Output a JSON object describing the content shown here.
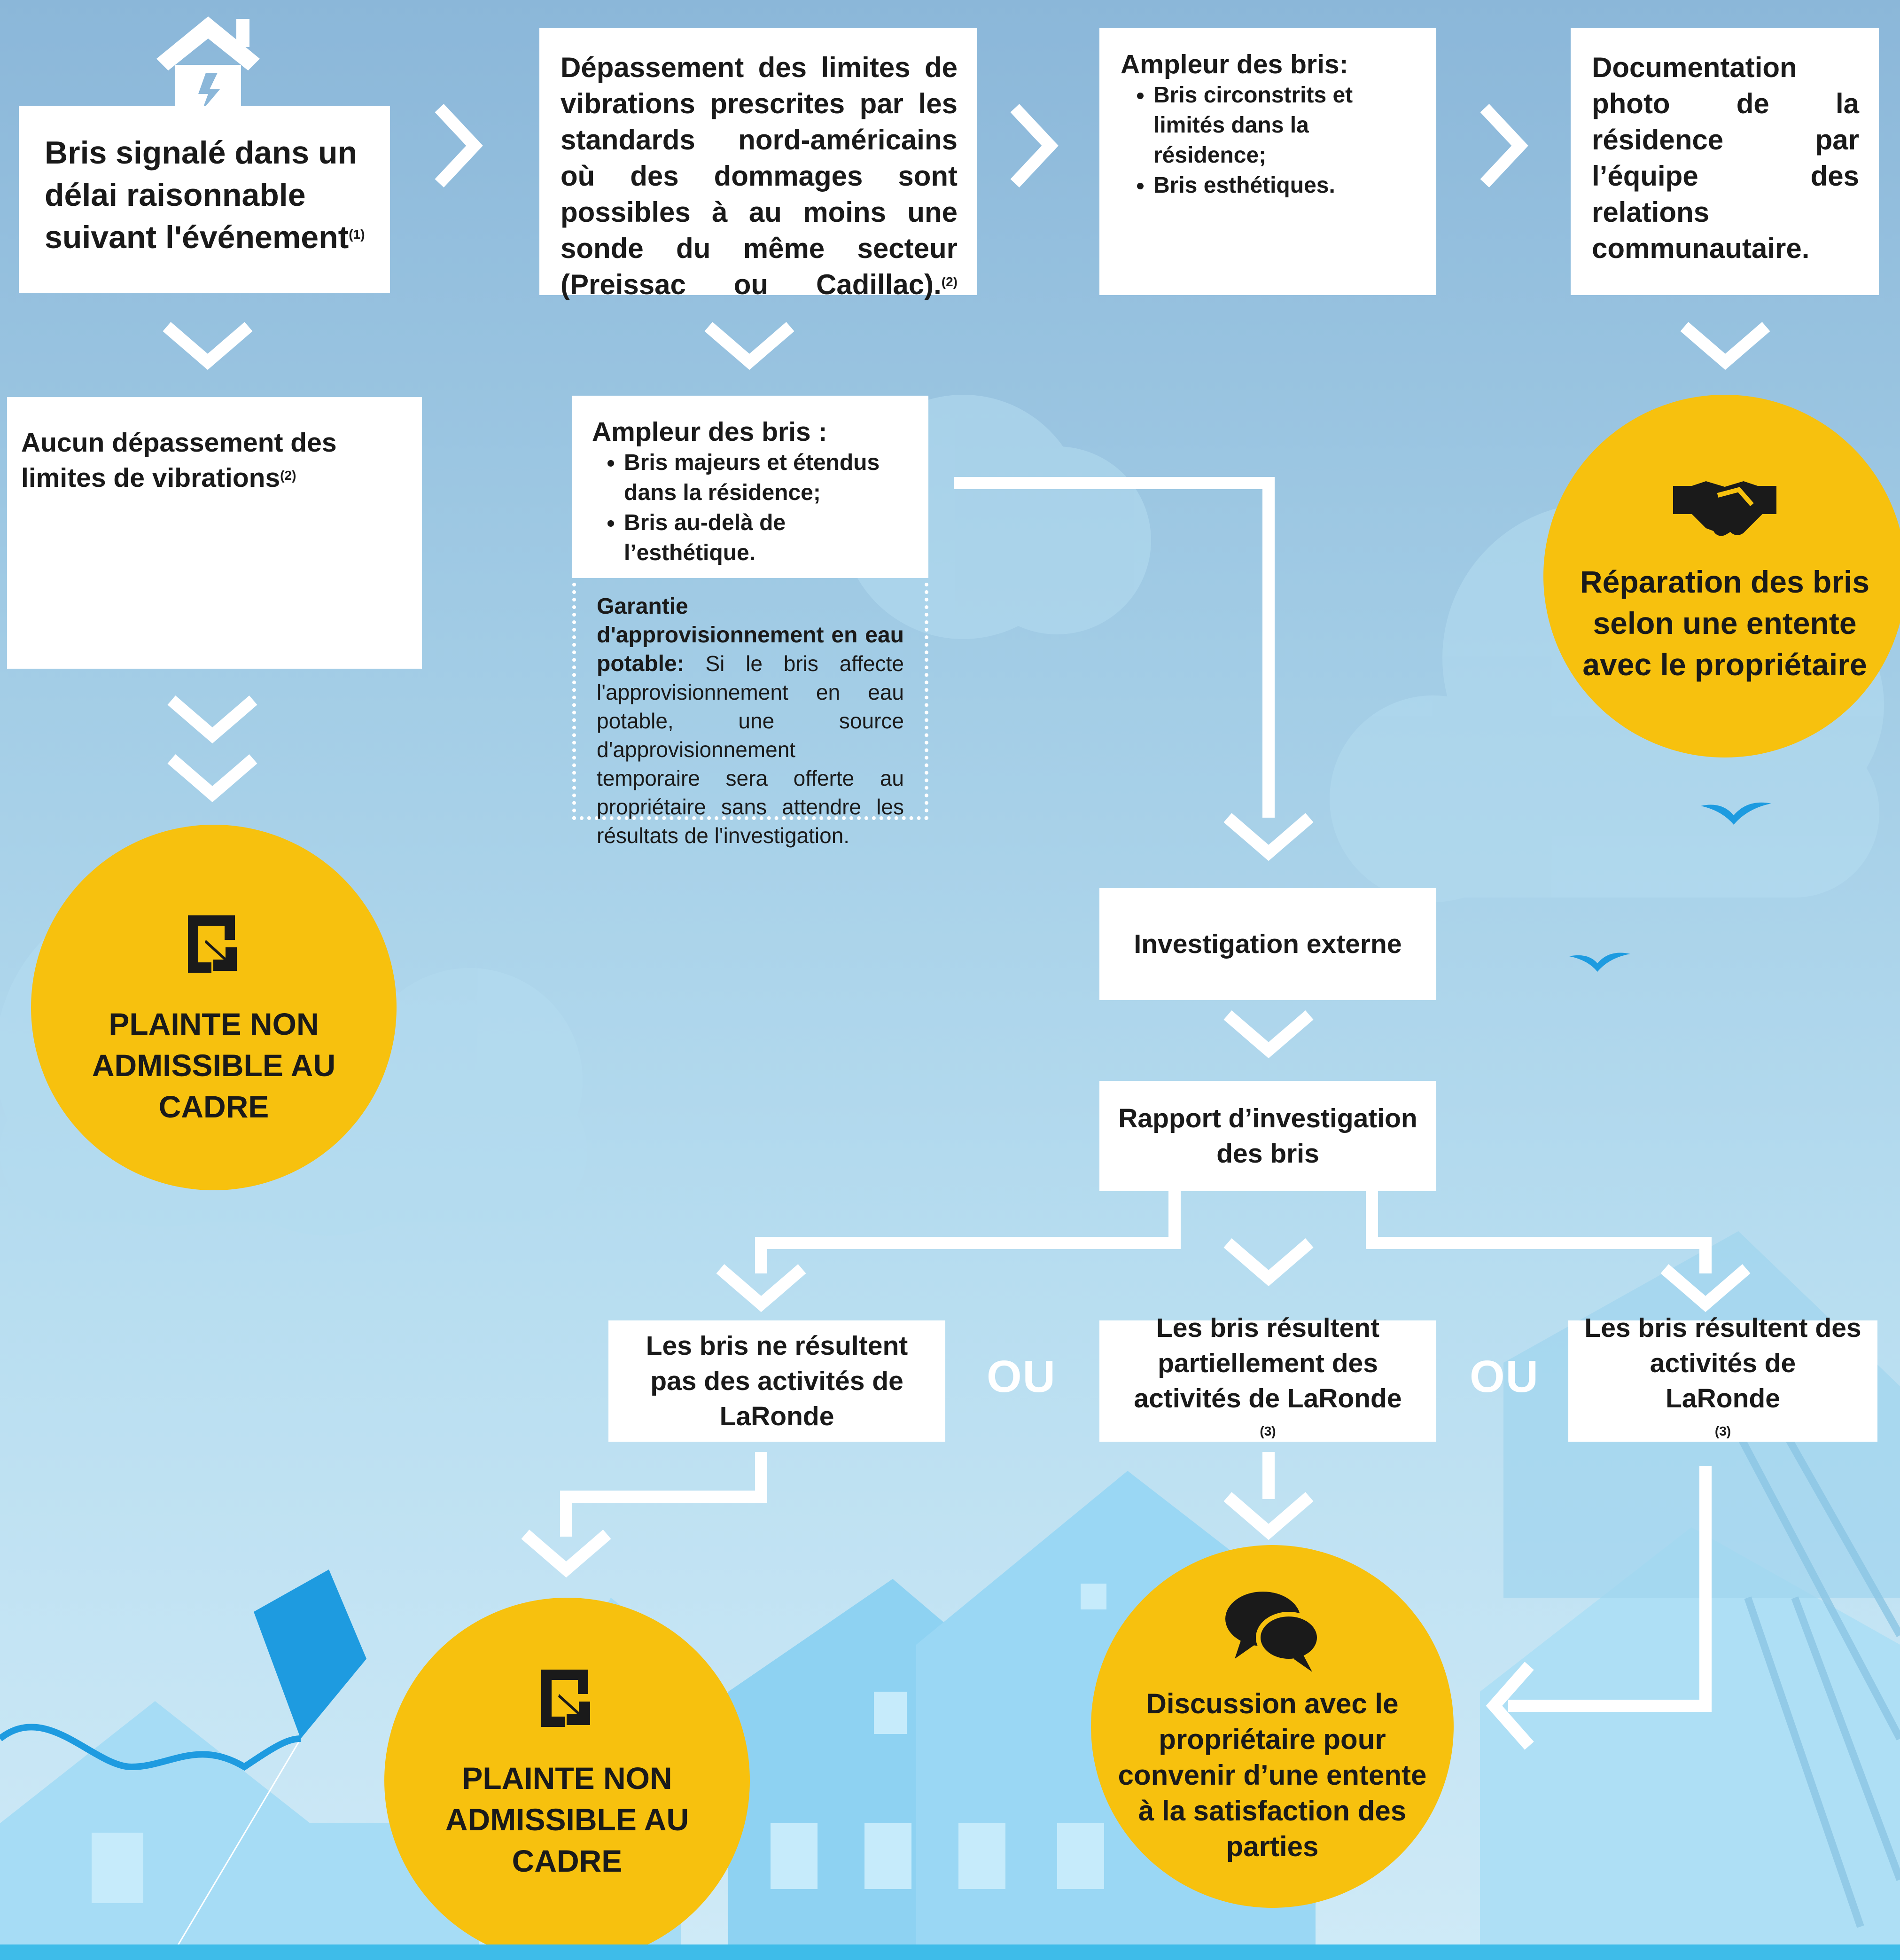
{
  "boxes": {
    "bris_signale": {
      "text": "Bris signalé dans un délai raisonnable suivant l'événement",
      "note": "(1)"
    },
    "depassement": {
      "text": "Dépassement des limites de vibrations prescrites par les standards nord-américains où des dommages sont possibles à au moins une sonde du même secteur (Preissac ou Cadillac).",
      "note": "(2)"
    },
    "ampleur_1": {
      "title": "Ampleur des bris:",
      "items": [
        "Bris circonstrits et limités dans la résidence;",
        "Bris esthétiques."
      ]
    },
    "documentation": {
      "text": "Documentation photo de la résidence par l’équipe des relations communautaire."
    },
    "aucun_depassement": {
      "text": "Aucun dépassement des limites de vibrations",
      "note": "(2)"
    },
    "ampleur_2": {
      "title": "Ampleur des bris :",
      "items": [
        "Bris majeurs et étendus dans la résidence;",
        "Bris au-delà de l’esthétique."
      ]
    },
    "garantie": {
      "bold": "Garantie d'approvisionnement en eau potable:",
      "text": " Si le bris affecte l'approvisionnement en eau potable, une source d'approvisionnement temporaire sera offerte au propriétaire sans attendre les résultats de l'investigation."
    },
    "investigation": {
      "text": "Investigation externe"
    },
    "rapport": {
      "line1": "Rapport d’investigation",
      "line2": "des bris"
    },
    "ne_resultent": {
      "line1": "Les bris ne résultent",
      "line2": "pas des activités de",
      "line3": "LaRonde"
    },
    "partiellement": {
      "line1": "Les bris résultent",
      "line2": "partiellement des",
      "line3": "activités de LaRonde",
      "note": "(3)"
    },
    "resultent": {
      "line1": "Les bris résultent des",
      "line2": "activités de",
      "line3": "LaRonde",
      "note": "(3)"
    }
  },
  "connectors": {
    "ou_1": "OU",
    "ou_2": "OU"
  },
  "circles": {
    "plainte_1": {
      "line1": "PLAINTE NON",
      "line2": "ADMISSIBLE AU",
      "line3": "CADRE"
    },
    "reparation": {
      "line1": "Réparation des bris",
      "line2": "selon une entente",
      "line3": "avec le propriétaire"
    },
    "plainte_2": {
      "line1": "PLAINTE NON",
      "line2": "ADMISSIBLE AU",
      "line3": "CADRE"
    },
    "discussion": {
      "line1": "Discussion avec le",
      "line2": "propriétaire pour",
      "line3": "convenir d’une entente",
      "line4": "à la satisfaction des",
      "line5": "parties"
    }
  },
  "icons": {
    "house": "house-icon",
    "handshake": "handshake-icon",
    "exit_1": "exit-arrow-icon",
    "exit_2": "exit-arrow-icon",
    "chat": "chat-bubbles-icon"
  },
  "colors": {
    "accent_yellow": "#f7c10e",
    "box": "#ffffff",
    "text": "#1a1a1a",
    "ground": "#3ebce9",
    "sky_top": "#8bb7d9",
    "sky_bottom": "#cfeaf7"
  }
}
